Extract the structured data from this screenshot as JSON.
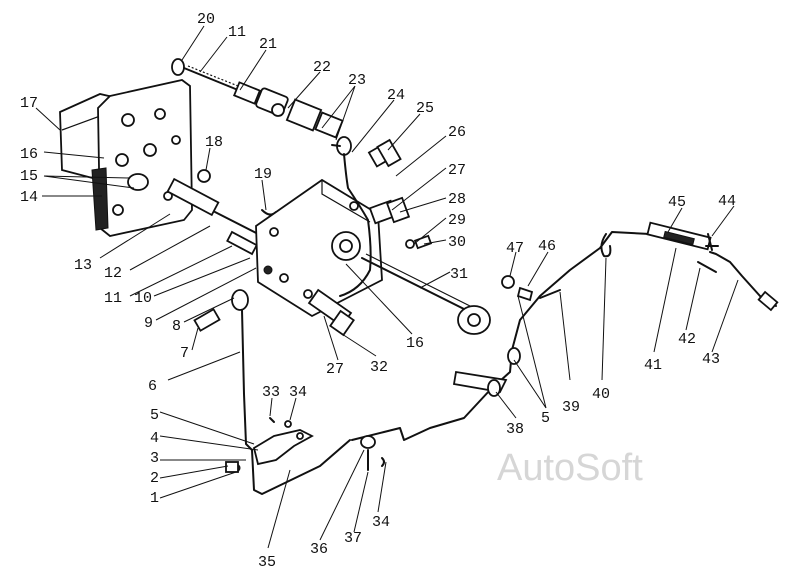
{
  "watermark": "AutoSoft",
  "callouts": [
    {
      "id": "c20a",
      "text": "20"
    },
    {
      "id": "c11a",
      "text": "11"
    },
    {
      "id": "c21",
      "text": "21"
    },
    {
      "id": "c22",
      "text": "22"
    },
    {
      "id": "c23",
      "text": "23"
    },
    {
      "id": "c24",
      "text": "24"
    },
    {
      "id": "c25",
      "text": "25"
    },
    {
      "id": "c17",
      "text": "17"
    },
    {
      "id": "c18",
      "text": "18"
    },
    {
      "id": "c26",
      "text": "26"
    },
    {
      "id": "c16a",
      "text": "16"
    },
    {
      "id": "c15",
      "text": "15"
    },
    {
      "id": "c19",
      "text": "19"
    },
    {
      "id": "c27a",
      "text": "27"
    },
    {
      "id": "c14",
      "text": "14"
    },
    {
      "id": "c28",
      "text": "28"
    },
    {
      "id": "c29",
      "text": "29"
    },
    {
      "id": "c44",
      "text": "44"
    },
    {
      "id": "c45",
      "text": "45"
    },
    {
      "id": "c30",
      "text": "30"
    },
    {
      "id": "c47",
      "text": "47"
    },
    {
      "id": "c46",
      "text": "46"
    },
    {
      "id": "c13",
      "text": "13"
    },
    {
      "id": "c12",
      "text": "12"
    },
    {
      "id": "c31",
      "text": "31"
    },
    {
      "id": "c11b",
      "text": "11"
    },
    {
      "id": "c10",
      "text": "10"
    },
    {
      "id": "c9",
      "text": "9"
    },
    {
      "id": "c8",
      "text": "8"
    },
    {
      "id": "c16b",
      "text": "16"
    },
    {
      "id": "c7",
      "text": "7"
    },
    {
      "id": "c27b",
      "text": "27"
    },
    {
      "id": "c32",
      "text": "32"
    },
    {
      "id": "c42",
      "text": "42"
    },
    {
      "id": "c41",
      "text": "41"
    },
    {
      "id": "c43",
      "text": "43"
    },
    {
      "id": "c6",
      "text": "6"
    },
    {
      "id": "c39",
      "text": "39"
    },
    {
      "id": "c40",
      "text": "40"
    },
    {
      "id": "c33",
      "text": "33"
    },
    {
      "id": "c34a",
      "text": "34"
    },
    {
      "id": "c5a",
      "text": "5"
    },
    {
      "id": "c38",
      "text": "38"
    },
    {
      "id": "c5b",
      "text": "5"
    },
    {
      "id": "c4",
      "text": "4"
    },
    {
      "id": "c3",
      "text": "3"
    },
    {
      "id": "c2",
      "text": "2"
    },
    {
      "id": "c1",
      "text": "1"
    },
    {
      "id": "c34b",
      "text": "34"
    },
    {
      "id": "c36",
      "text": "36"
    },
    {
      "id": "c37",
      "text": "37"
    },
    {
      "id": "c35",
      "text": "35"
    }
  ]
}
